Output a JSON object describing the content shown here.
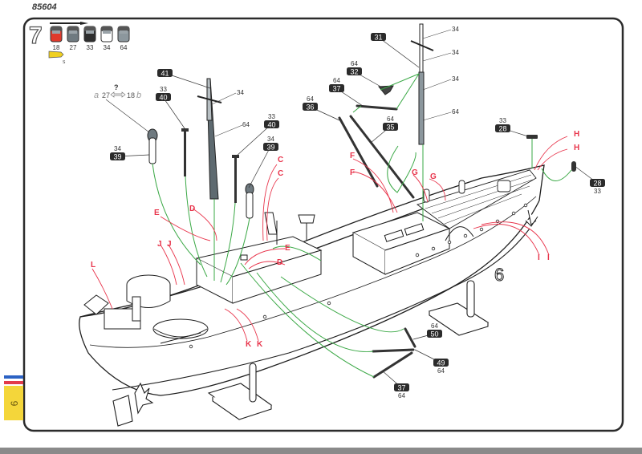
{
  "page": {
    "kit_number": "85604",
    "page_number": "9",
    "step_number": "7",
    "flag_colors": {
      "blue": "#2b62c4",
      "red": "#e23b4a",
      "yellow": "#f4d63a"
    }
  },
  "palette": [
    {
      "code": "18",
      "color": "#e03a2c"
    },
    {
      "code": "27",
      "color": "#6f7a80"
    },
    {
      "code": "33",
      "color": "#2e2e2e"
    },
    {
      "code": "34",
      "color": "#ffffff"
    },
    {
      "code": "64",
      "color": "#8c979d"
    }
  ],
  "glue": {
    "label": "S"
  },
  "color_choice": {
    "a_label": "a",
    "a_code": "27",
    "question": "?",
    "b_code": "18",
    "b_label": "b"
  },
  "part_callouts": [
    {
      "part": "41",
      "paint": ""
    },
    {
      "part": "40",
      "paint": "33"
    },
    {
      "part": "39",
      "paint": "34"
    },
    {
      "part": "40",
      "paint": "33"
    },
    {
      "part": "39",
      "paint": "34"
    },
    {
      "part": "31",
      "paint": ""
    },
    {
      "part": "32",
      "paint": "64"
    },
    {
      "part": "37",
      "paint": "64"
    },
    {
      "part": "36",
      "paint": "64"
    },
    {
      "part": "35",
      "paint": "64"
    },
    {
      "part": "28",
      "paint": "33"
    },
    {
      "part": "28",
      "paint": "33"
    },
    {
      "part": "50",
      "paint": "64"
    },
    {
      "part": "49",
      "paint": "64"
    },
    {
      "part": "37",
      "paint": "64"
    }
  ],
  "paint_leaders": {
    "mast_aft_top": "34",
    "mast_aft_bottom": "64",
    "mast_fwd_1": "34",
    "mast_fwd_2": "34",
    "mast_fwd_3": "34",
    "mast_fwd_4": "64"
  },
  "rigging_letters": [
    "C",
    "C",
    "D",
    "E",
    "D",
    "E",
    "F",
    "F",
    "G",
    "G",
    "H",
    "H",
    "I",
    "I",
    "J",
    "J",
    "K",
    "K",
    "L"
  ],
  "colors": {
    "rigging": "#e8334a",
    "assembly_arrow": "#3aa845",
    "part_badge": "#2b2b2b",
    "outline": "#1e1e1e"
  },
  "hull_mark": "6"
}
